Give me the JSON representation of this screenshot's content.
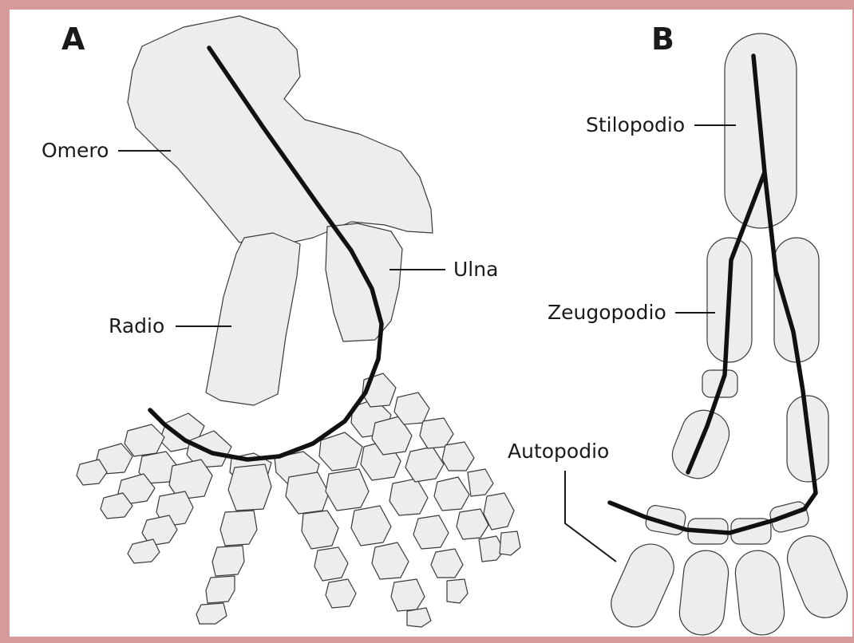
{
  "panels": {
    "a": {
      "letter": "A",
      "labels": {
        "omero": "Omero",
        "radio": "Radio",
        "ulna": "Ulna"
      }
    },
    "b": {
      "letter": "B",
      "labels": {
        "stilopodio": "Stilopodio",
        "zeugopodio": "Zeugopodio",
        "autopodio": "Autopodio"
      }
    }
  },
  "colors": {
    "frame": "#d49a9c",
    "bone_fill": "#ededed",
    "axis": "#111111"
  }
}
